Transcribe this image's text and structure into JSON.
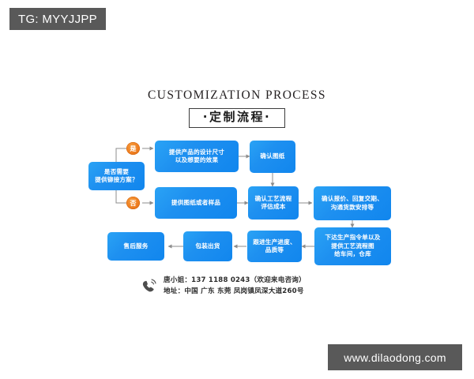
{
  "watermarks": {
    "top_left": "TG: MYYJJPP",
    "bottom_right": "www.dilaodong.com"
  },
  "heading": {
    "english": "CUSTOMIZATION PROCESS",
    "chinese": "·定制流程·"
  },
  "flowchart": {
    "accent_color": "#1e90f0",
    "badge_color": "#ef7f22",
    "connector_color": "#8c8c8c",
    "decision": {
      "label": "是否需要\n提供铆接方案？"
    },
    "branches": [
      {
        "label": "是"
      },
      {
        "label": "否"
      }
    ],
    "nodes": [
      {
        "id": "n1",
        "label": "提供产品的设计尺寸\n以及想要的效果"
      },
      {
        "id": "n2",
        "label": "确认图纸"
      },
      {
        "id": "n3",
        "label": "提供图纸或者样品"
      },
      {
        "id": "n4",
        "label": "确认工艺流程\n评估成本"
      },
      {
        "id": "n5",
        "label": "确认报价、回复交期、\n沟通货款安排等"
      },
      {
        "id": "n6",
        "label": "下达生产指令单以及\n提供工艺流程图\n给车间，仓库"
      },
      {
        "id": "n7",
        "label": "跟进生产进度、\n品质等"
      },
      {
        "id": "n8",
        "label": "包装出货"
      },
      {
        "id": "n9",
        "label": "售后服务"
      }
    ]
  },
  "contact": {
    "icon": "phone-icon",
    "line1": "唐小姐：137 1188 0243（欢迎来电咨询）",
    "line2": "地址：中国 广东 东莞 凤岗镇凤深大道260号"
  }
}
